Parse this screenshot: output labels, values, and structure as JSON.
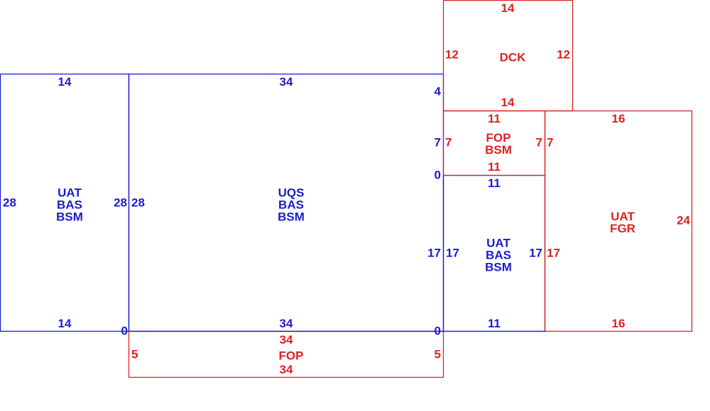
{
  "colors": {
    "blue": "#1c1ccc",
    "red": "#dd2222"
  },
  "rooms": {
    "left": {
      "lines": [
        "UAT",
        "BAS",
        "BSM"
      ],
      "top": "14",
      "bottom": "14",
      "left": "28",
      "right": "28"
    },
    "center": {
      "lines": [
        "UQS",
        "BAS",
        "BSM"
      ],
      "top": "34",
      "bottom": "34",
      "left": "28",
      "right_upper": "4",
      "right_mid": "7",
      "right_low": "0",
      "right_lower": "17",
      "bottom_corner": "0",
      "left_corner": "0"
    },
    "dck": {
      "lines": [
        "DCK"
      ],
      "top": "14",
      "bottom": "14",
      "left": "12",
      "right": "12"
    },
    "fop_small": {
      "lines": [
        "FOP",
        "BSM"
      ],
      "top": "11",
      "bottom": "11",
      "left": "7",
      "right": "7"
    },
    "uat_small": {
      "lines": [
        "UAT",
        "BAS",
        "BSM"
      ],
      "top": "11",
      "bottom": "11",
      "left": "17",
      "right": "17"
    },
    "uat_fgr": {
      "lines": [
        "UAT",
        "FGR"
      ],
      "top": "16",
      "bottom": "16",
      "left_7": "7",
      "left_17": "17",
      "right": "24"
    },
    "fop_bottom": {
      "lines": [
        "FOP"
      ],
      "top": "34",
      "bottom": "34",
      "left": "5",
      "right": "5"
    }
  }
}
